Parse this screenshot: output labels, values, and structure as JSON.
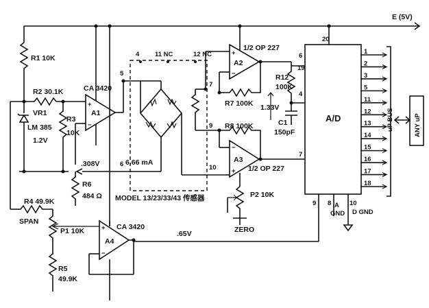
{
  "supply": "E (5V)",
  "r1": "R1 10K",
  "r2": "R2 30.1K",
  "r3": "R3",
  "r3_val": "10K",
  "vr1": "VR1",
  "vr1_part": "LM 385",
  "vr1_volt": "1.2V",
  "ca3420_top": "CA 3420",
  "a1": "A1",
  "v308": ".308V",
  "r6": "R6",
  "r6_val": "484 Ω",
  "r4": "R4 49.9K",
  "span": "SPAN",
  "p1": "P1 10K",
  "r5": "R5",
  "r5_val": "49.9K",
  "ca3420_bot": "CA 3420",
  "a4": "A4",
  "v65": ".65V",
  "pin4": "4",
  "pin11": "11 NC",
  "pin12": "12 NC",
  "pin5": "5",
  "pin6": "6",
  "current": "6.66 mA",
  "pin7": "7",
  "pin9": "9",
  "pin10": "10",
  "model": "MODEL 13/23/33/43 传感器",
  "opamp_top": "1/2 OP 227",
  "a2": "A2",
  "r7": "R7 100K",
  "r8": "R8 100K",
  "v133": "1.33V",
  "a3": "A3",
  "opamp_bot": "1/2 OP 227",
  "p2": "P2 10K",
  "zero": "ZERO",
  "r12": "R12",
  "r12_val": "100K",
  "c1": "C1",
  "c1_val": "150pF",
  "ad_label": "A/D",
  "ad_pin20": "20",
  "ad_pin6": "6",
  "ad_pin19": "19",
  "ad_pin4": "4",
  "ad_pin7": "7",
  "ad_pin9": "9",
  "ad_pin8": "8",
  "ad_pin10": "10",
  "a_gnd": "A",
  "a_gnd2": "GND",
  "d_gnd": "D GND",
  "bus_pins": [
    "1",
    "2",
    "3",
    "5",
    "11",
    "12",
    "13",
    "14",
    "15",
    "16",
    "17",
    "18"
  ],
  "bus_label": "uP BUS",
  "any_up": "ANY uP"
}
